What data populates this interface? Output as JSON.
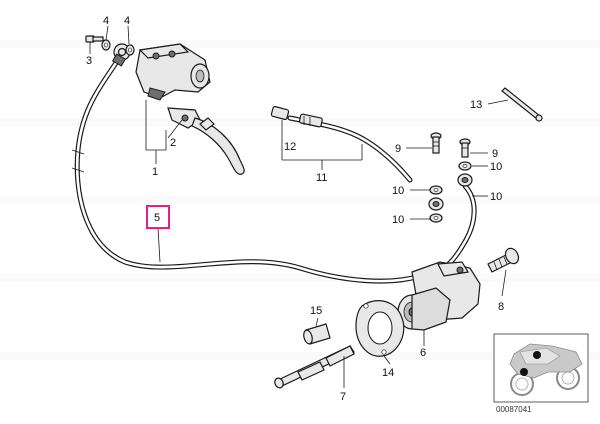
{
  "labels": {
    "l1": "1",
    "l2": "2",
    "l3": "3",
    "l4a": "4",
    "l4b": "4",
    "l5": "5",
    "l6": "6",
    "l7": "7",
    "l8": "8",
    "l9a": "9",
    "l9b": "9",
    "l10a": "10",
    "l10b": "10",
    "l10c": "10",
    "l10d": "10",
    "l11": "11",
    "l12": "12",
    "l13": "13",
    "l14": "14",
    "l15": "15"
  },
  "highlight_color": "#e0218a",
  "figure_id": "00087041"
}
